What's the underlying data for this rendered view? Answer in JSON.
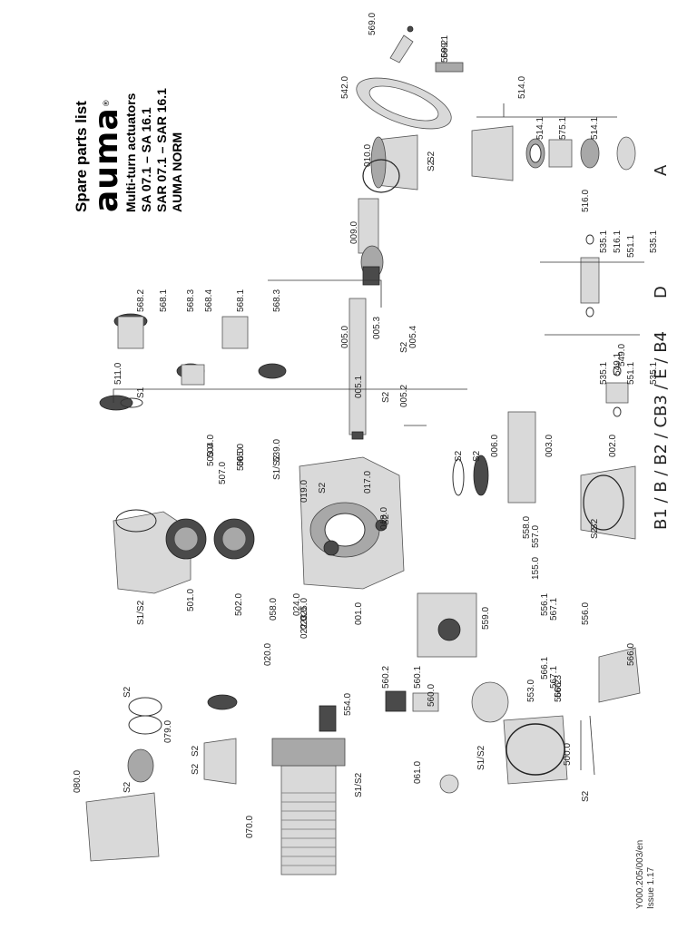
{
  "title": {
    "heading": "Spare parts list",
    "brand": "auma",
    "registered": "®",
    "line1": "Multi-turn actuators",
    "line2": "SA 07.1 – SA 16.1",
    "line3": "SAR 07.1 – SAR 16.1",
    "line4": "AUMA NORM"
  },
  "doc_ref": {
    "number": "Y000.205/003/en",
    "issue": "Issue 1.17"
  },
  "groups": {
    "a": "A",
    "d": "D",
    "b3": "B3 / E / B4",
    "b1": "B1 / B / B2 / C"
  },
  "parts": [
    "569.0",
    "569.1",
    "569.2",
    "542.0",
    "514.0",
    "514.1",
    "575.1",
    "514.1",
    "010.0",
    "S2",
    "S2",
    "516.0",
    "535.1",
    "516.1",
    "551.1",
    "535.1",
    "009.0",
    "568.2",
    "568.1",
    "568.3",
    "568.4",
    "568.1",
    "568.3",
    "005.0",
    "005.3",
    "005.4",
    "S2",
    "005.1",
    "S2",
    "005.2",
    "511.0",
    "S1",
    "549.0",
    "535.1",
    "549.1",
    "551.1",
    "535.1",
    "507.0",
    "504.0",
    "503.0",
    "505.0",
    "506.0",
    "539.0",
    "S1/S2",
    "019.0",
    "S2",
    "017.0",
    "S2",
    "018.0",
    "S2",
    "S2",
    "006.0",
    "003.0",
    "002.0",
    "S2",
    "S2",
    "S1/S2",
    "501.0",
    "502.0",
    "058.0",
    "024.0",
    "025.0",
    "023.0",
    "022.0",
    "001.0",
    "558.0",
    "557.0",
    "155.0",
    "556.1",
    "567.1",
    "556.0",
    "559.0",
    "020.0",
    "566.1",
    "567.1",
    "566.3",
    "566.2",
    "566.0",
    "553.0",
    "560.2",
    "560.1",
    "560.0",
    "554.0",
    "080.0",
    "S2",
    "S2",
    "079.0",
    "S2",
    "S2",
    "070.0",
    "S1/S2",
    "061.0",
    "S1/S2",
    "500.0",
    "S2"
  ]
}
